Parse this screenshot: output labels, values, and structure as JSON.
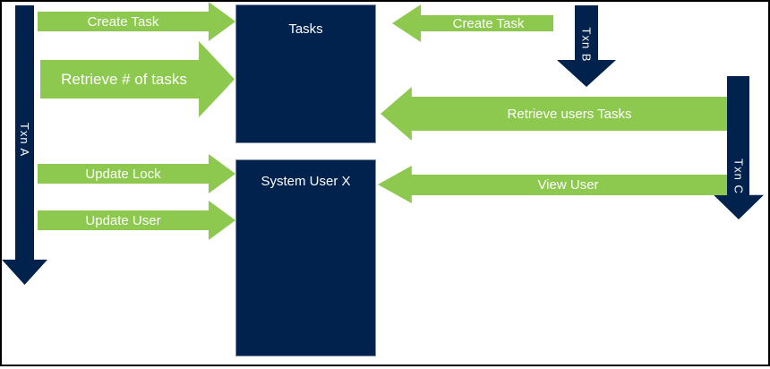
{
  "colors": {
    "navy": "#00224D",
    "green": "#8DC84F",
    "background": "#FFFFFF",
    "frame": "#000000",
    "text": "#FFFFFF"
  },
  "nodes": {
    "tasks": {
      "label": "Tasks"
    },
    "system_user": {
      "label": "System User X"
    }
  },
  "transactions": {
    "txn_a": {
      "label": "Txn A"
    },
    "txn_b": {
      "label": "Txn B"
    },
    "txn_c": {
      "label": "Txn C"
    }
  },
  "messages": {
    "create_task_a": {
      "label": "Create Task",
      "from": "Txn A",
      "to": "Tasks",
      "direction": "right"
    },
    "retrieve_num_tasks": {
      "label": "Retrieve # of tasks",
      "from": "Txn A",
      "to": "Tasks",
      "direction": "right"
    },
    "update_lock": {
      "label": "Update Lock",
      "from": "Txn A",
      "to": "System User X",
      "direction": "right"
    },
    "update_user": {
      "label": "Update User",
      "from": "Txn A",
      "to": "System User X",
      "direction": "right"
    },
    "create_task_b": {
      "label": "Create Task",
      "from": "Txn B",
      "to": "Tasks",
      "direction": "left"
    },
    "retrieve_users_tasks": {
      "label": "Retrieve users Tasks",
      "from": "Txn C",
      "to": "Tasks",
      "direction": "left"
    },
    "view_user": {
      "label": "View User",
      "from": "Txn C",
      "to": "System User X",
      "direction": "left"
    }
  }
}
